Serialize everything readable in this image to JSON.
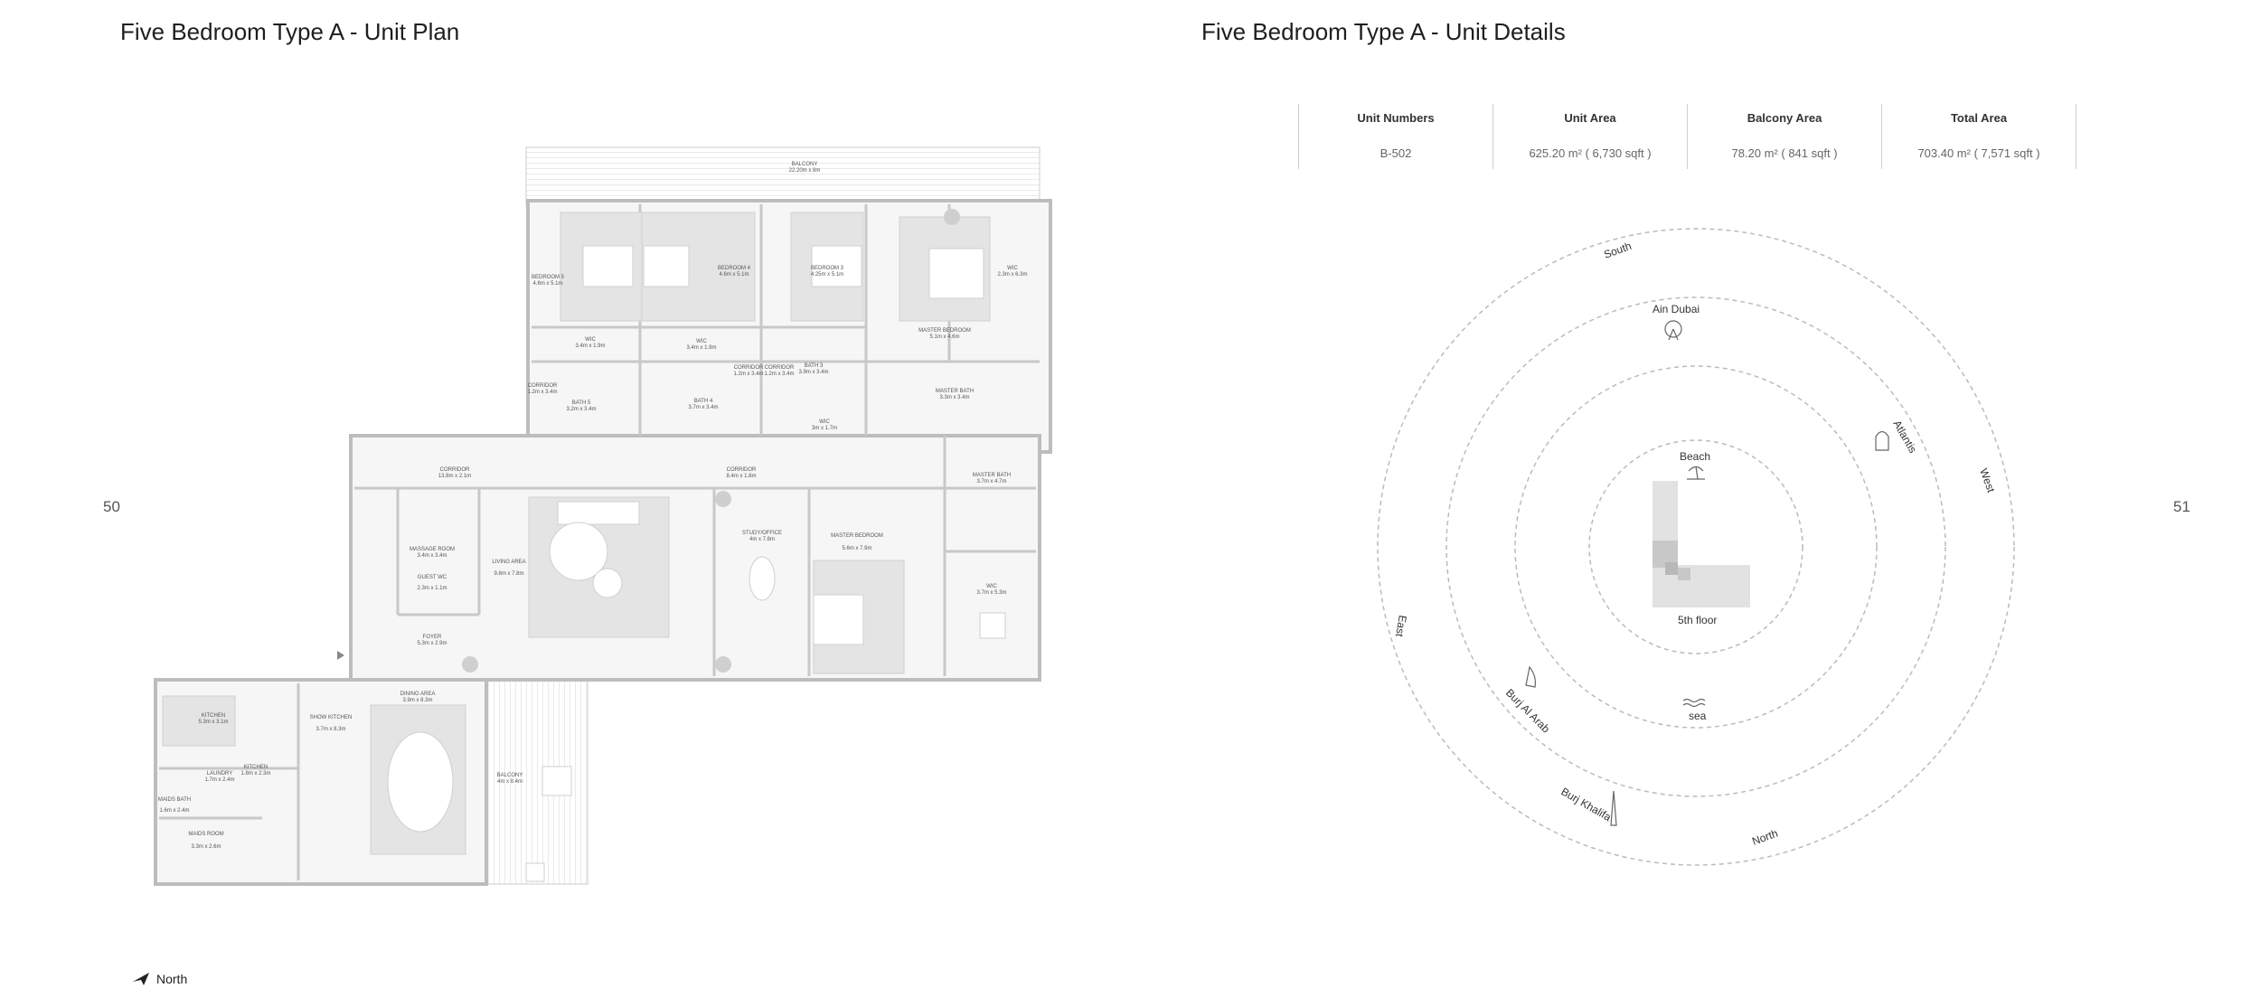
{
  "plan": {
    "title": "Five Bedroom Type A - Unit Plan"
  },
  "details": {
    "title": "Five Bedroom Type A - Unit Details",
    "columns": [
      {
        "label": "Unit Numbers",
        "value": "B-502"
      },
      {
        "label": "Unit Area",
        "value": "625.20 m² ( 6,730 sqft )"
      },
      {
        "label": "Balcony Area",
        "value": "78.20 m² ( 841 sqft )"
      },
      {
        "label": "Total Area",
        "value": "703.40 m² ( 7,571 sqft )"
      }
    ]
  },
  "pages": {
    "left": "50",
    "right": "51"
  },
  "north_label": "North",
  "rooms": {
    "balcony_top": "BALCONY",
    "balcony_top_dim": "22.20m x 8m",
    "bedroom5": "BEDROOM 5",
    "bedroom5_dim": "4.6m x 5.1m",
    "bedroom4": "BEDROOM 4",
    "bedroom4_dim": "4.6m x 5.1m",
    "bedroom3": "BEDROOM 3",
    "bedroom3_dim": "4.25m x 5.1m",
    "wic_top": "WIC",
    "wic_top_dim": "2.3m x 6.3m",
    "master_bedroom_top": "MASTER BEDROOM",
    "master_bedroom_top_dim": "5.1m x 4.6m",
    "wic_a": "WIC",
    "wic_a_dim": "3.4m x 1.9m",
    "wic_b": "WIC",
    "wic_b_dim": "3.4m x 1.9m",
    "corridor_a": "CORRIDOR",
    "corridor_a_dim": "1.2m x 3.4m",
    "corridor_b": "CORRIDOR",
    "corridor_b_dim": "1.2m x 3.4m",
    "corridor_c": "CORRIDOR",
    "corridor_c_dim": "1.2m x 3.4m",
    "bath5": "BATH 5",
    "bath5_dim": "3.2m x 3.4m",
    "bath4": "BATH 4",
    "bath4_dim": "3.7m x 3.4m",
    "bath3": "BATH 3",
    "bath3_dim": "3.9m x 3.4m",
    "wic_c": "WIC",
    "wic_c_dim": "3m x 1.7m",
    "master_bath_top": "MASTER BATH",
    "master_bath_top_dim": "3.3m x 3.4m",
    "corridor_long_left": "CORRIDOR",
    "corridor_long_left_dim": "13.8m x 2.1m",
    "corridor_long_mid": "CORRIDOR",
    "corridor_long_mid_dim": "8.4m x 1.8m",
    "master_bath_right": "MASTER BATH",
    "master_bath_right_dim": "3.7m x 4.7m",
    "massage_room": "MASSAGE ROOM",
    "massage_room_dim": "3.4m x 3.4m",
    "guest_wc": "GUEST WC",
    "guest_wc_dim": "2.3m x 1.1m",
    "living": "LIVING AREA",
    "living_dim": "9.8m x 7.8m",
    "study": "STUDY/OFFICE",
    "study_dim": "4m x 7.8m",
    "master_bedroom": "MASTER BEDROOM",
    "master_bedroom_dim": "5.6m x 7.9m",
    "wic_right": "WIC",
    "wic_right_dim": "3.7m x 5.3m",
    "foyer": "FOYER",
    "foyer_dim": "5.3m x 2.9m",
    "kitchen": "KITCHEN",
    "kitchen_dim": "5.3m x 3.1m",
    "show_kitchen": "SHOW KITCHEN",
    "show_kitchen_dim": "3.7m x 8.3m",
    "dining": "DINING AREA",
    "dining_dim": "3.9m x 8.3m",
    "balcony_bottom": "BALCONY",
    "balcony_bottom_dim": "4m x 8.4m",
    "laundry": "LAUNDRY",
    "laundry_dim": "1.7m x 2.4m",
    "kitchen2": "KITCHEN",
    "kitchen2_dim": "1.8m x 2.3m",
    "maids_bath": "MAIDS BATH",
    "maids_bath_dim": "1.6m x 2.4m",
    "maids_room": "MAIDS ROOM",
    "maids_room_dim": "3.3m x 2.6m"
  },
  "orientation": {
    "labels": {
      "south": "South",
      "west": "West",
      "north": "North",
      "east": "East",
      "ain_dubai": "Ain Dubai",
      "atlantis": "Atlantis",
      "beach": "Beach",
      "sea": "sea",
      "burj_al_arab": "Burj Al Arab",
      "burj_khalifa": "Burj Khalifa",
      "floor": "5th floor"
    }
  }
}
